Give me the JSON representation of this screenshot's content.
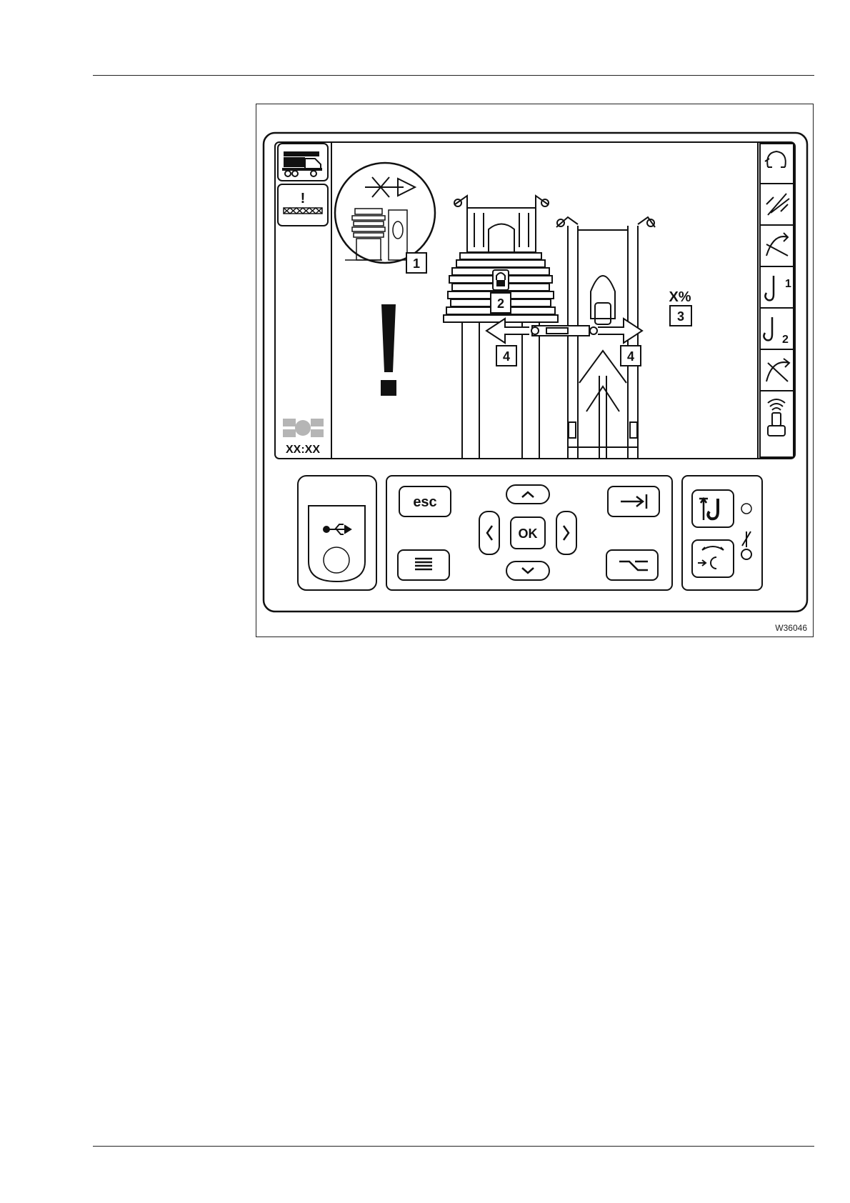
{
  "figure_code": "W36046",
  "callouts": {
    "c1": "1",
    "c2": "2",
    "c3": "3",
    "c4a": "4",
    "c4b": "4"
  },
  "display": {
    "percent_value": "X%",
    "time": "XX:XX",
    "sidebar_left": [
      {
        "icon": "crane-truck-icon"
      },
      {
        "icon": "warning-counterweight-icon",
        "text": "!"
      }
    ],
    "sidebar_right": [
      {
        "icon": "slewing-icon"
      },
      {
        "icon": "telescope-icon"
      },
      {
        "icon": "luffing-icon"
      },
      {
        "icon": "main-hoist-icon",
        "text": "1"
      },
      {
        "icon": "auxiliary-hoist-icon",
        "text": "2"
      },
      {
        "icon": "derricking-icon"
      },
      {
        "icon": "remote-control-icon"
      }
    ]
  },
  "keypad": {
    "esc": "esc",
    "ok": "OK"
  },
  "colors": {
    "line": "#111111",
    "panel": "#ffffff",
    "grey": "#b5b5b5"
  }
}
